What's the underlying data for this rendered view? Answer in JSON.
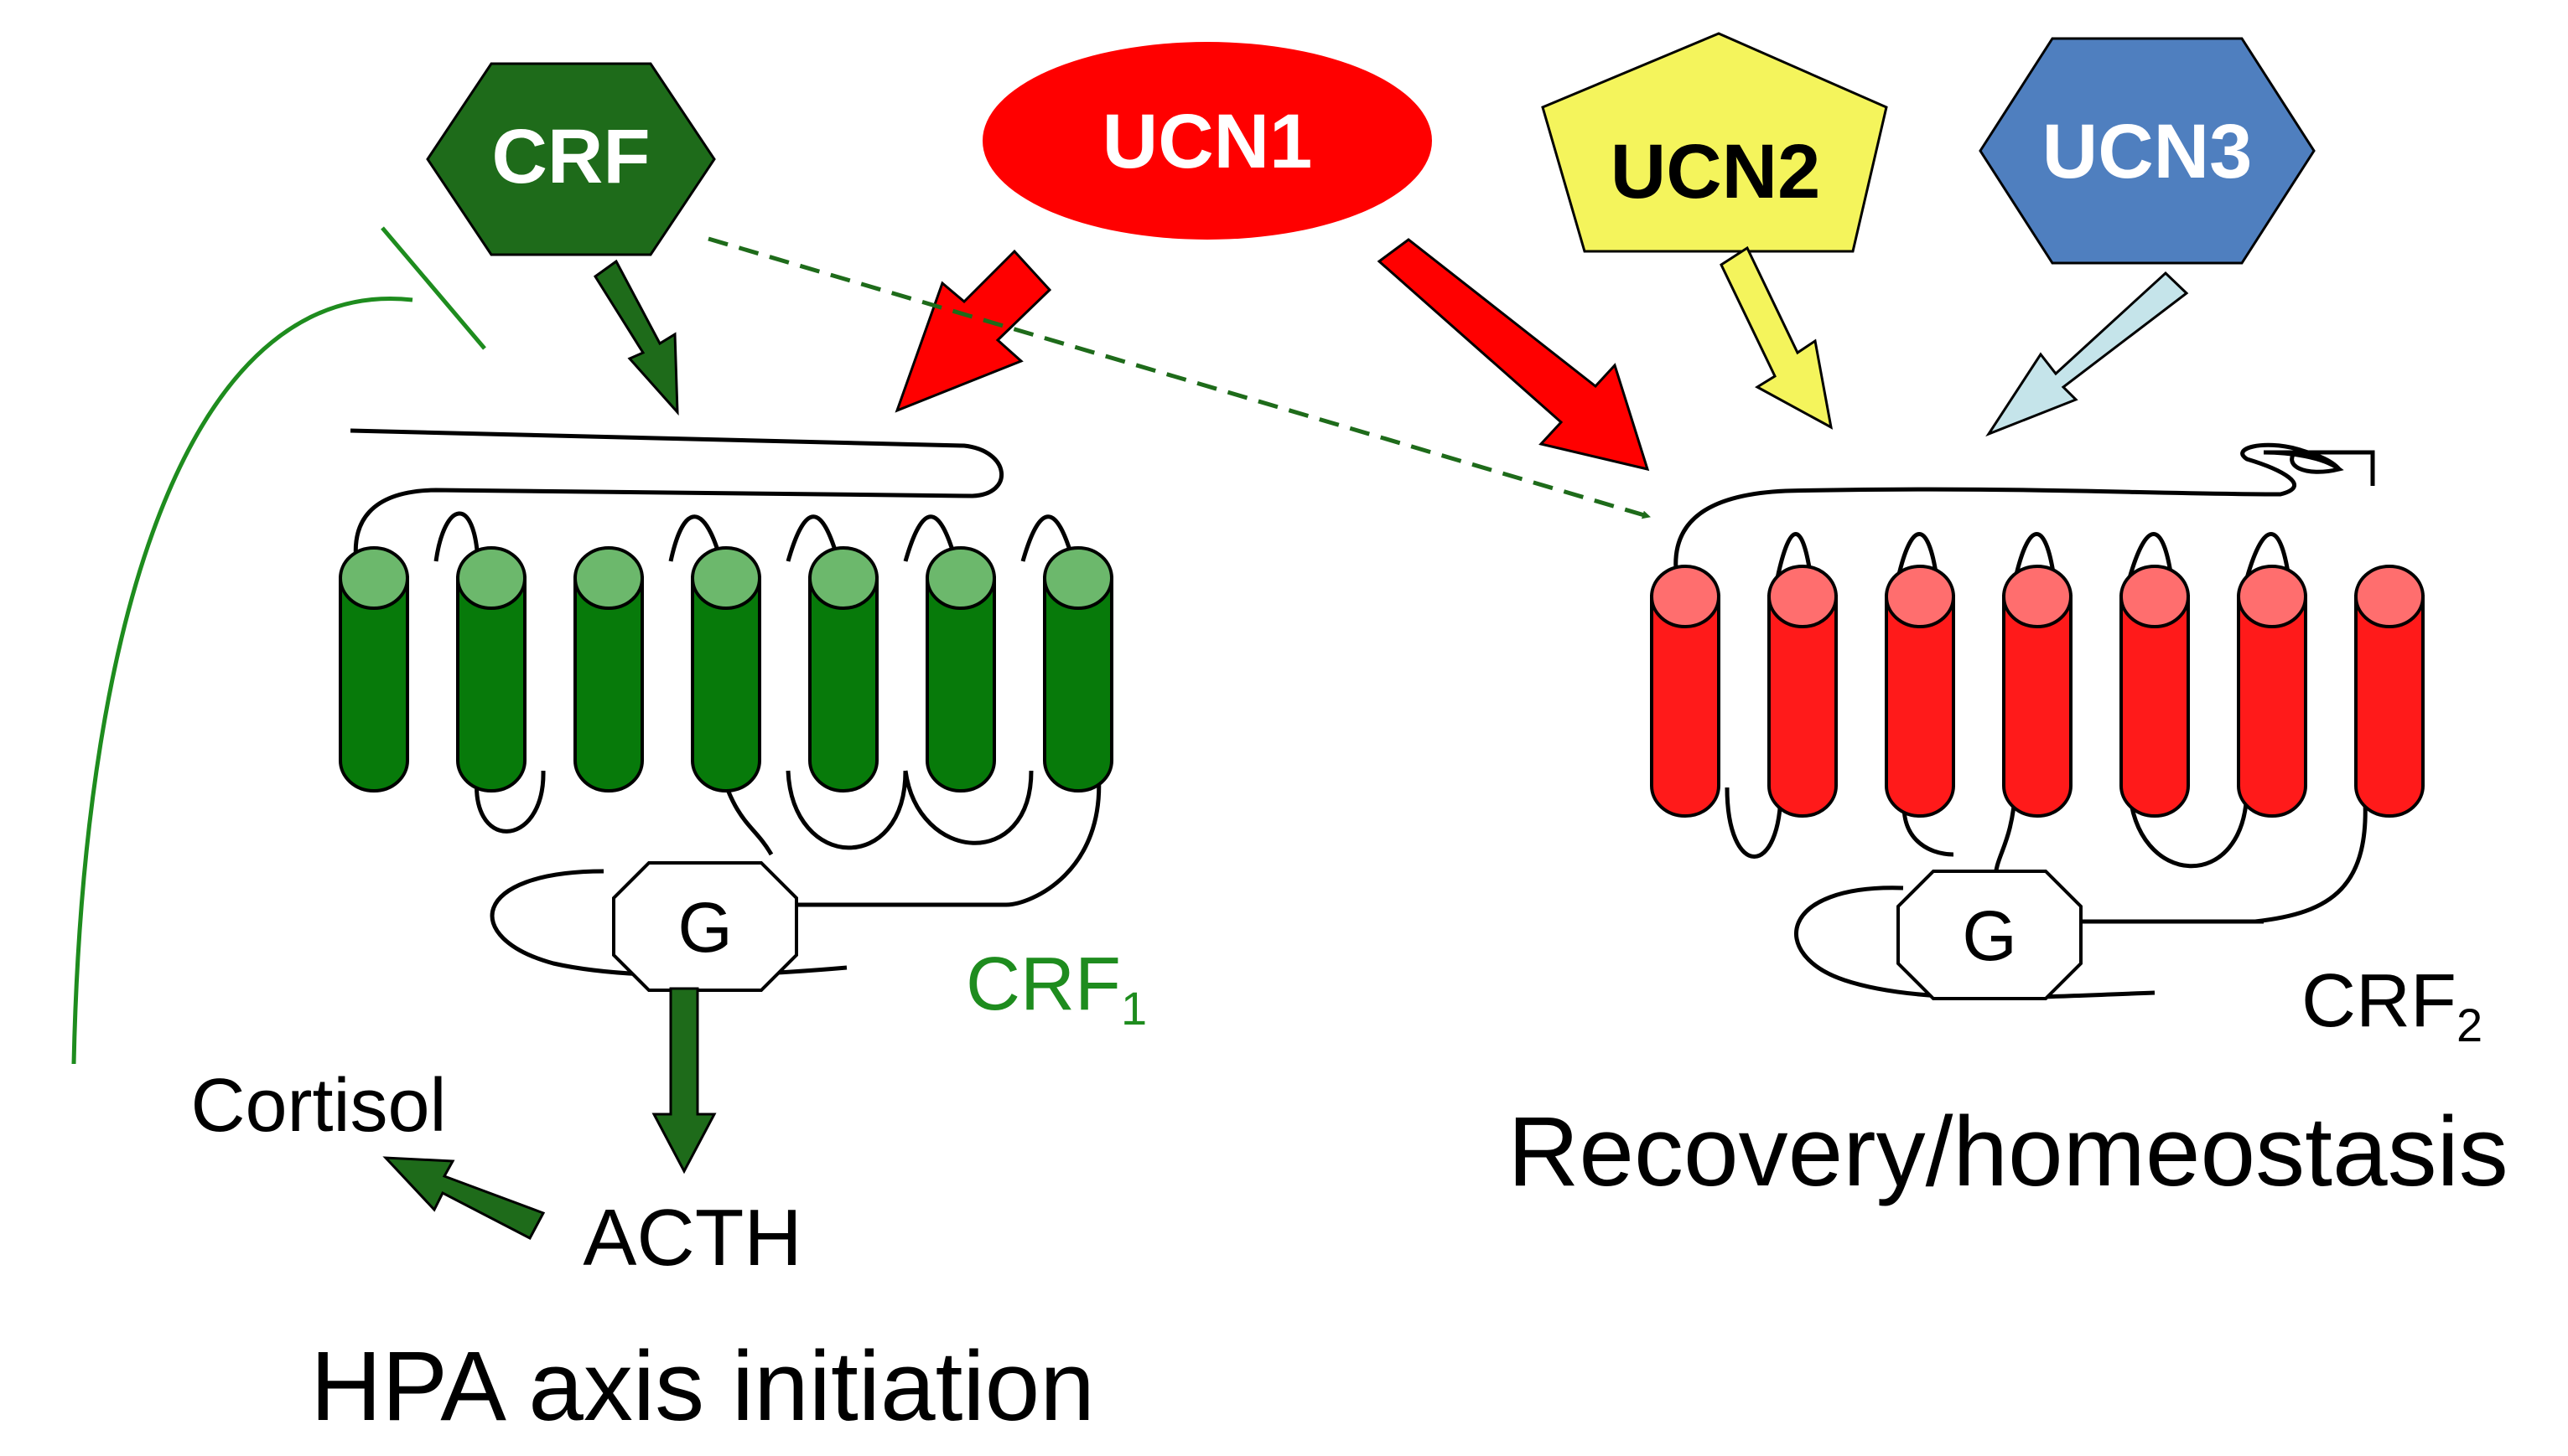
{
  "ligands": {
    "crf": "CRF",
    "ucn1": "UCN1",
    "ucn2": "UCN2",
    "ucn3": "UCN3"
  },
  "receptor1": {
    "name": "CRF",
    "subscript": "1",
    "g_protein": "G"
  },
  "receptor2": {
    "name": "CRF",
    "subscript": "2",
    "g_protein": "G"
  },
  "outputs": {
    "acth": "ACTH",
    "cortisol": "Cortisol",
    "left_caption": "HPA axis initiation",
    "right_caption": "Recovery/homeostasis"
  },
  "colors": {
    "crf_green": "#1e6b1a",
    "receptor1_green": "#077a0a",
    "receptor1_top": "#6cb86c",
    "ucn1_red": "#ff0000",
    "receptor2_red": "#ff1a1a",
    "receptor2_top": "#ff6e6e",
    "ucn2_yellow": "#f4f45c",
    "ucn3_blue": "#4f7fbf",
    "ucn3_arrow": "#c5e4ea"
  }
}
